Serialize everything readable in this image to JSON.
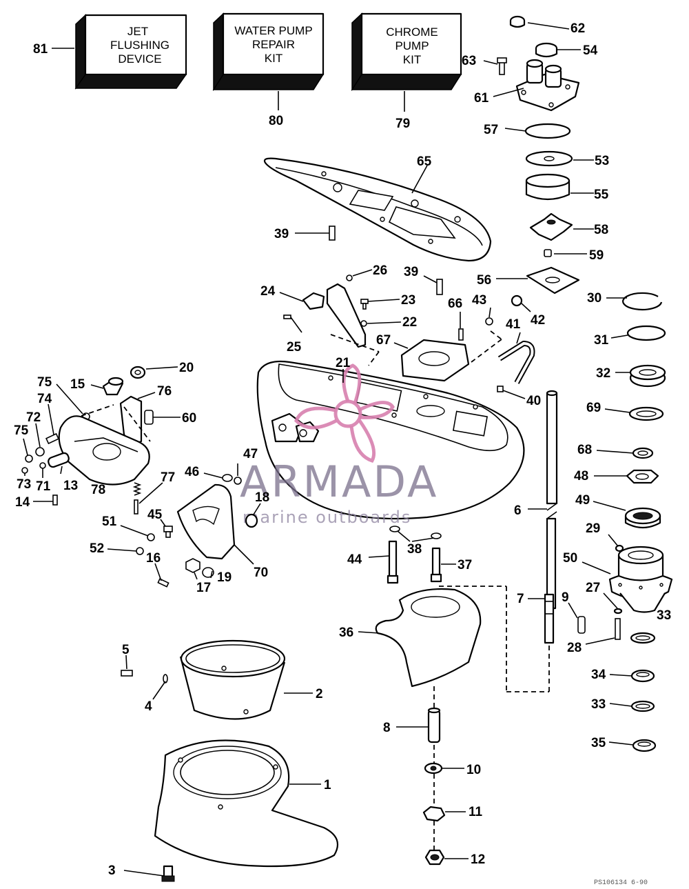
{
  "kits": [
    {
      "id": "81",
      "lines": [
        "JET",
        "FLUSHING",
        "DEVICE"
      ]
    },
    {
      "id": "80",
      "lines": [
        "WATER PUMP",
        "REPAIR",
        "KIT"
      ]
    },
    {
      "id": "79",
      "lines": [
        "CHROME",
        "PUMP",
        "KIT"
      ]
    }
  ],
  "callouts": {
    "c81": "81",
    "c80": "80",
    "c79": "79",
    "c62": "62",
    "c54": "54",
    "c63": "63",
    "c61": "61",
    "c57": "57",
    "c53": "53",
    "c55": "55",
    "c58": "58",
    "c59": "59",
    "c65": "65",
    "c39a": "39",
    "c26": "26",
    "c39b": "39",
    "c56": "56",
    "c30": "30",
    "c24": "24",
    "c23": "23",
    "c66": "66",
    "c43": "43",
    "c42": "42",
    "c22": "22",
    "c41": "41",
    "c31": "31",
    "c25": "25",
    "c67": "67",
    "c21": "21",
    "c32": "32",
    "c20": "20",
    "c75a": "75",
    "c15": "15",
    "c76": "76",
    "c40": "40",
    "c69": "69",
    "c74": "74",
    "c60": "60",
    "c72": "72",
    "c75b": "75",
    "c68": "68",
    "c47": "47",
    "c46": "46",
    "c48": "48",
    "c77": "77",
    "c73": "73",
    "c71": "71",
    "c13": "13",
    "c78": "78",
    "c18": "18",
    "c14": "14",
    "c49": "49",
    "c6": "6",
    "c45": "45",
    "c51": "51",
    "c29": "29",
    "c38": "38",
    "c52": "52",
    "c16": "16",
    "c44": "44",
    "c37": "37",
    "c50": "50",
    "c70": "70",
    "c19": "19",
    "c17": "17",
    "c27": "27",
    "c7": "7",
    "c9": "9",
    "c33a": "33",
    "c36": "36",
    "c28": "28",
    "c5": "5",
    "c2": "2",
    "c34": "34",
    "c4": "4",
    "c33b": "33",
    "c8": "8",
    "c35": "35",
    "c10": "10",
    "c1": "1",
    "c11": "11",
    "c3": "3",
    "c12": "12"
  },
  "watermark": {
    "brand": "ARMADA",
    "tagline": "marine outboards"
  },
  "drawing_code": "PS106134 6-90",
  "colors": {
    "ink": "#000000",
    "watermark_text": "#7a6f8c",
    "watermark_logo": "#d77fae"
  }
}
